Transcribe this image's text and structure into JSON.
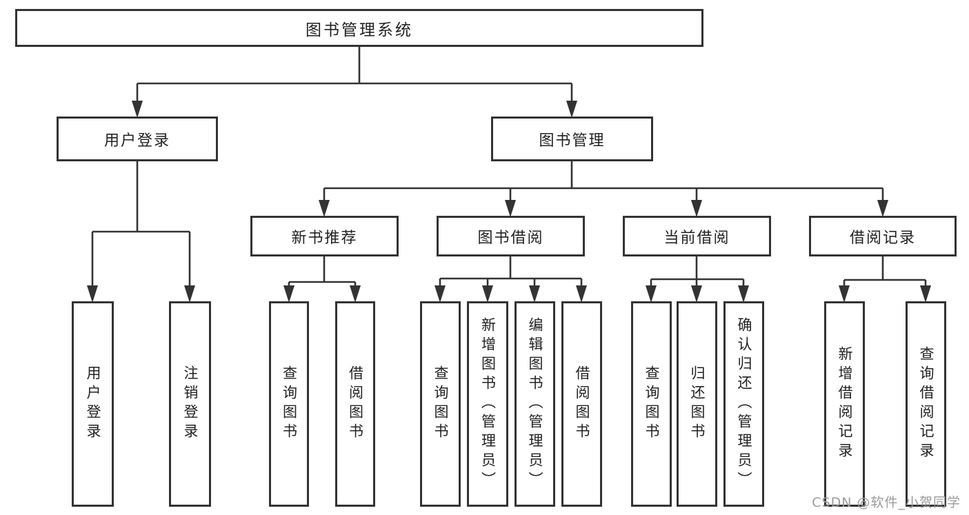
{
  "diagram": {
    "type": "tree",
    "root": {
      "label": "图书管理系统"
    },
    "branches": [
      {
        "label": "用户登录",
        "children": [
          {
            "label": "用户登录"
          },
          {
            "label": "注销登录"
          }
        ]
      },
      {
        "label": "图书管理",
        "children": [
          {
            "label": "新书推荐",
            "children": [
              {
                "label": "查询图书"
              },
              {
                "label": "借阅图书"
              }
            ]
          },
          {
            "label": "图书借阅",
            "children": [
              {
                "label": "查询图书"
              },
              {
                "label": "新增图书（管理员）"
              },
              {
                "label": "编辑图书（管理员）"
              },
              {
                "label": "借阅图书"
              }
            ]
          },
          {
            "label": "当前借阅",
            "children": [
              {
                "label": "查询图书"
              },
              {
                "label": "归还图书"
              },
              {
                "label": "确认归还（管理员）"
              }
            ]
          },
          {
            "label": "借阅记录",
            "children": [
              {
                "label": "新增借阅记录"
              },
              {
                "label": "查询借阅记录"
              }
            ]
          }
        ]
      }
    ]
  },
  "watermark": {
    "text": "CSDN @软件_小贺同学",
    "color": "#9b9b9b"
  },
  "colors": {
    "line": "#333333",
    "box_border": "#333333",
    "text": "#222222",
    "background": "#ffffff"
  }
}
